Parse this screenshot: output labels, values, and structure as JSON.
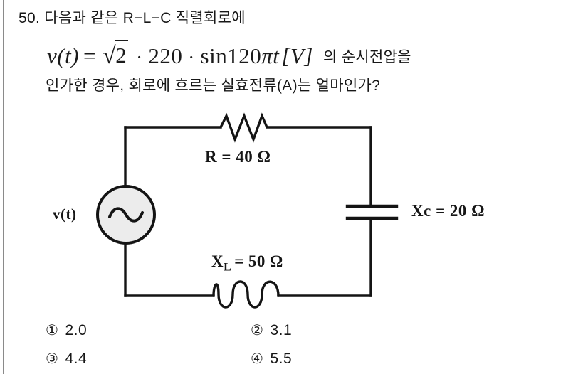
{
  "question": {
    "number": "50.",
    "line1": "50. 다음과 같은 R−L−C 직렬회로에",
    "line3": "인가한 경우, 회로에 흐르는 실효전류(A)는 얼마인가?",
    "formula": {
      "lhs": "v(t)",
      "equals": "=",
      "radical": "√",
      "radicand": "2",
      "dot1": "·",
      "amplitude": "220",
      "dot2": "·",
      "sine": "sin120",
      "pi": "π",
      "time": "t",
      "unit": "[V]",
      "plain_text": "v(t) = √2 · 220 · sin120πt [V]"
    },
    "formula_tail": "의 순시전압을"
  },
  "circuit": {
    "title": "R-L-C series circuit",
    "source": {
      "name": "ac-voltage-source",
      "label": "v(t)",
      "symbol": "sine-wave",
      "fill": "#ececec",
      "stroke": "#141414"
    },
    "resistor": {
      "name": "resistor",
      "label_symbol": "R",
      "label_equals": "=",
      "label_value": "40",
      "label_unit": "Ω",
      "label_full": "R = 40 Ω"
    },
    "capacitor": {
      "name": "capacitor",
      "label_symbol": "Xc",
      "label_equals": "=",
      "label_value": "20",
      "label_unit": "Ω",
      "label_full": "Xc = 20 Ω"
    },
    "inductor": {
      "name": "inductor",
      "label_symbol": "X",
      "label_subscript": "L",
      "label_equals": "=",
      "label_value": "50",
      "label_unit": "Ω",
      "label_full": "XL = 50 Ω"
    },
    "wire_color": "#141414"
  },
  "answers": [
    {
      "marker": "①",
      "text": "2.0"
    },
    {
      "marker": "②",
      "text": "3.1"
    },
    {
      "marker": "③",
      "text": "4.4"
    },
    {
      "marker": "④",
      "text": "5.5"
    }
  ],
  "colors": {
    "page_background": "#ffffff",
    "ink": "#171717",
    "page_edge": "#8a8a8a"
  }
}
